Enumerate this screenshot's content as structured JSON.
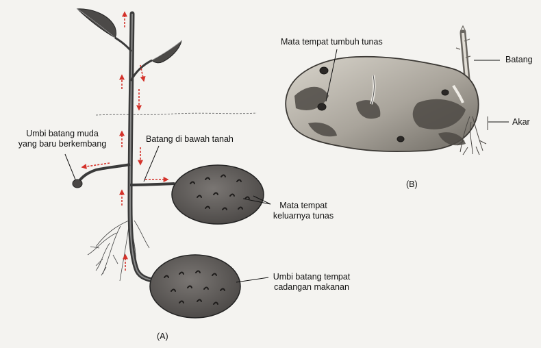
{
  "diagram_a": {
    "caption": "(A)",
    "labels": {
      "young_tuber_line1": "Umbi batang muda",
      "young_tuber_line2": "yang baru berkembang",
      "underground_stem": "Batang di bawah tanah",
      "bud_eyes_line1": "Mata tempat",
      "bud_eyes_line2": "keluarnya tunas",
      "storage_line1": "Umbi batang tempat",
      "storage_line2": "cadangan makanan"
    }
  },
  "diagram_b": {
    "caption": "(B)",
    "labels": {
      "eye": "Mata tempat tumbuh tunas",
      "stem": "Batang",
      "root": "Akar"
    }
  },
  "colors": {
    "arrow": "#d4322a",
    "tuber_fill": "#5f5b58",
    "ink": "#111111"
  }
}
